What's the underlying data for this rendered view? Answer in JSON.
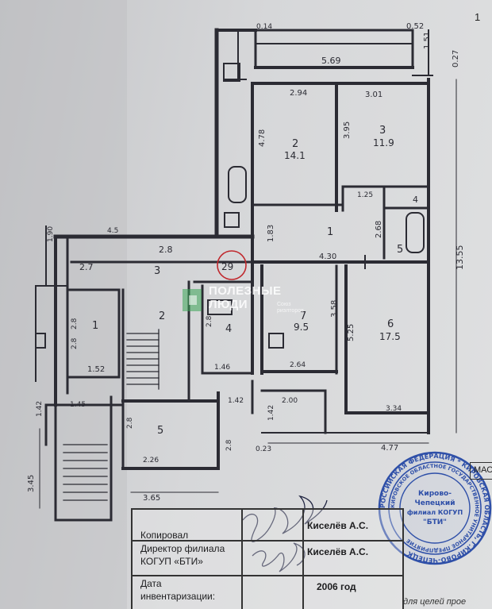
{
  "sheet": {
    "corner_number": "1",
    "scale_label": "МАСШ"
  },
  "dimensions": {
    "d_0_14": "0.14",
    "d_0_52": "0.52",
    "d_1_51": "1.51",
    "d_0_27": "0.27",
    "d_5_69": "5.69",
    "d_2_94": "2.94",
    "d_3_01": "3.01",
    "d_4_78": "4.78",
    "d_3_95": "3.95",
    "d_1_25": "1.25",
    "d_2_68": "2.68",
    "d_1_83": "1.83",
    "d_4_30": "4.30",
    "d_13_55": "13.55",
    "d_1_90": "1.90",
    "d_2_7": "2.7",
    "d_2_8": "2.8",
    "d_4_5": "4.5",
    "d_3_58": "3.58",
    "d_5_25": "5.25",
    "d_1_52": "1.52",
    "d_1_46": "1.46",
    "d_2_64": "2.64",
    "d_1_42a": "1.42",
    "d_2_00": "2.00",
    "d_3_34": "3.34",
    "d_1_45": "1.45",
    "d_1_42b": "1.42",
    "d_1_42c": "1.42",
    "d_2_26": "2.26",
    "d_2_8b": "2.8",
    "d_0_23": "0.23",
    "d_4_77": "4.77",
    "d_3_45": "3.45",
    "d_3_65": "3.65",
    "d_2_8c": "2.8",
    "d_2_8d": "2.8",
    "d_2_8e": "2.8",
    "d_2_8f": "2.8"
  },
  "rooms": {
    "r_upper_2": {
      "num": "2",
      "area": "14.1"
    },
    "r_upper_3": {
      "num": "3",
      "area": "11.9"
    },
    "r_upper_1": {
      "num": "1"
    },
    "r_upper_4": {
      "num": "4"
    },
    "r_upper_5": {
      "num": "5"
    },
    "r_upper_6": {
      "num": "6",
      "area": "17.5"
    },
    "r_upper_7": {
      "num": "7",
      "area": "9.5"
    },
    "r_left_3": {
      "num": "3"
    },
    "r_left_2": {
      "num": "2"
    },
    "r_left_1": {
      "num": "1"
    },
    "r_left_4": {
      "num": "4"
    },
    "r_left_5": {
      "num": "5"
    },
    "circled": "29"
  },
  "watermark": {
    "line1": "ПОЛЕЗНЫЕ",
    "line2": "ЛЮДИ",
    "sub1": "Союз",
    "sub2": "риэлторов"
  },
  "table": {
    "r1_label": "Копировал",
    "r1_name": "Киселёв А.С.",
    "r2_label1": "Директор филиала",
    "r2_label2": "КОГУП «БТИ»",
    "r2_name": "Киселёв А.С.",
    "r3_label1": "Дата",
    "r3_label2": "инвентаризации:",
    "r3_value": "2006 год"
  },
  "footer": "для целей прое",
  "stamp": {
    "outer": "РОССИЙСКАЯ ФЕДЕРАЦИЯ * КИРОВСКАЯ ОБЛАСТЬ, Г.КИРОВО-ЧЕПЕЦК",
    "ring2": "КИРОВСКОЕ ОБЛАСТНОЕ ГОСУДАРСТВЕННОЕ УНИТАРНОЕ ПРЕДПРИЯТИЕ",
    "center1": "Кирово-",
    "center2": "Чепецкий",
    "center3": "филиал КОГУП",
    "center4": "\"БТИ\""
  },
  "colors": {
    "ink": "#2b2b33",
    "stamp_blue": "#2e4fa8",
    "stamp_red": "#c0282d",
    "watermark_green": "#3aa655"
  }
}
